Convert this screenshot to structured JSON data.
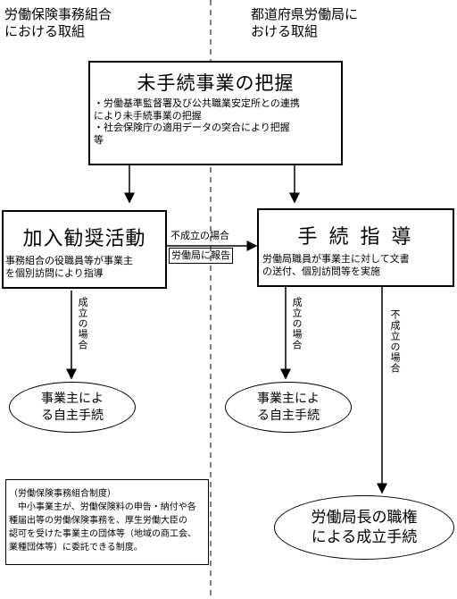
{
  "header": {
    "left": [
      "労働保険事務組合",
      "における取組"
    ],
    "right": [
      "都道府県労働局に",
      "おける取組"
    ]
  },
  "top_box": {
    "title": "未手続事業の把握",
    "lines": [
      "・労働基準監督署及び公共職業安定所との連携",
      "により未手続事業の把握",
      "・社会保険庁の適用データの突合により把握",
      "等"
    ]
  },
  "left_box": {
    "title": "加入勧奨活動",
    "lines": [
      "事務組合の役職員等が事業主",
      "を個別訪問により指導"
    ]
  },
  "right_box": {
    "title": "手 続 指 導",
    "lines": [
      "労働局職員が事業主に対して文書",
      "の送付、個別訪問等を実施"
    ]
  },
  "connector": {
    "failure_label": "不成立の場合",
    "report_label": "労働局に報告"
  },
  "left_branch_label": "成立の場合",
  "mid_branch_label": "成立の場合",
  "right_branch_label": "不成立の場合",
  "ellipse_left": [
    "事業主によ",
    "る自主手続"
  ],
  "ellipse_mid": [
    "事業主によ",
    "る自主手続"
  ],
  "ellipse_right": [
    "労働局長の職権",
    "による成立手続"
  ],
  "note": {
    "lines": [
      "（労働保険事務組合制度）",
      "　中小事業主が、労働保険料の申告・納付や各",
      "種届出等の労働保険事務を、厚生労働大臣の",
      "認可を受けた事業主の団体等（地域の商工会、",
      "業種団体等）に委託できる制度。"
    ]
  }
}
